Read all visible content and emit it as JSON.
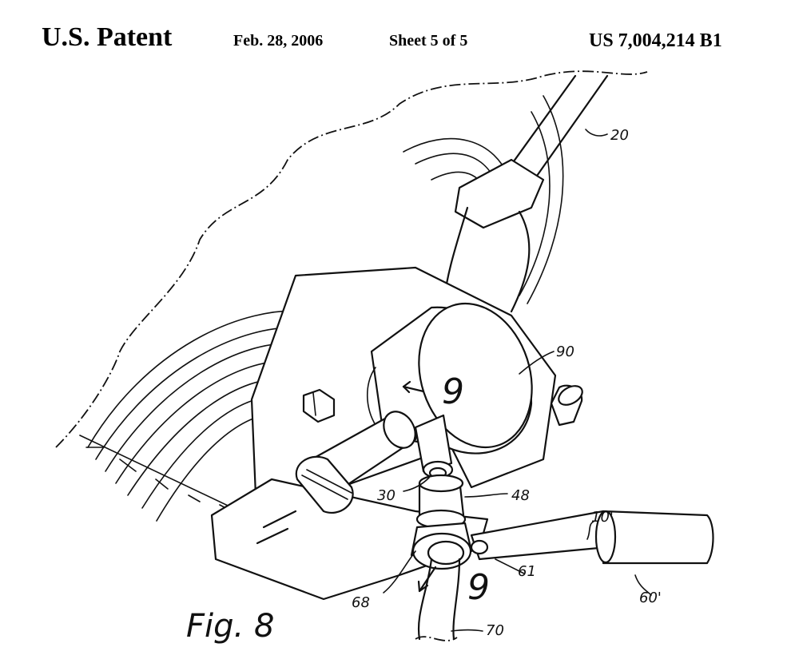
{
  "header": {
    "title": "U.S. Patent",
    "date": "Feb. 28, 2006",
    "sheet": "Sheet 5 of 5",
    "patent_number": "US 7,004,214 B1"
  },
  "figure": {
    "caption": "Fig. 8",
    "section_marker": "9",
    "references": {
      "r20": "20",
      "r90": "90",
      "r30": "30",
      "r48": "48",
      "r10p": "10'",
      "r61": "61",
      "r60p": "60'",
      "r68": "68",
      "r70": "70"
    }
  }
}
